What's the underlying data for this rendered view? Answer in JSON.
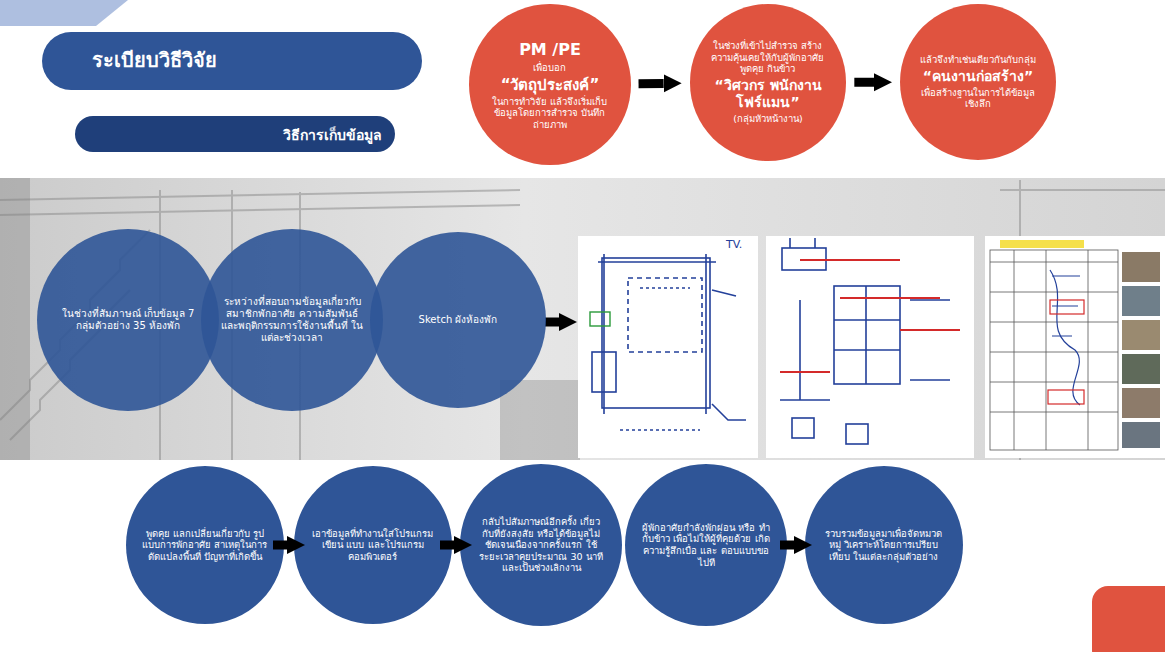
{
  "diagram": {
    "title": "ระเบียบวิธีวิจัย",
    "nodes": [
      {
        "text": [
          "PM /PE",
          "เพื่อบอก",
          "“วัตถุประสงค์”",
          "ในการทำวิจัย แล้วจึงเริ่มเก็บข้อมูลโดยการสำรวจ บันทึก ถ่ายภาพ"
        ]
      },
      {
        "text": [
          "ในช่วงที่เข้าไปสำรวจ สร้างความคุ้นเคยให้กับผู้พักอาศัย พูดคุย กินข้าว",
          "“วิศวกร พนักงาน โฟร์แมน”",
          "(กลุ่มหัวหน้างาน)"
        ]
      },
      {
        "text": [
          "แล้วจึงทำเช่นเดียวกันกับกลุ่ม",
          "“คนงานก่อสร้าง”",
          "เพื่อสร้างฐานในการได้ข้อมูลเชิงลึก"
        ]
      },
      {
        "text": [
          "ในช่วงที่สัมภาษณ์ เก็บข้อมูล 7 กลุ่มตัวอย่าง 35 ห้องพัก"
        ]
      },
      {
        "text": [
          "ระหว่างที่สอบถามข้อมูลเกี่ยวกับ สมาชิกพักอาศัย ความสัมพันธ์ และพฤติกรรมการใช้งานพื้นที่ ในแต่ละช่วงเวลา"
        ]
      },
      {
        "text": [
          "Sketch ผังห้องพัก"
        ]
      },
      {
        "text": [
          "พูดคุย แลกเปลี่ยนเกี่ยวกับ รูปแบบการพักอาศัย สาเหตุในการ ดัดแปลงพื้นที่ ปัญหาที่เกิดขึ้น"
        ]
      },
      {
        "text": [
          "เอาข้อมูลที่ทำงานใส่โปรแกรมเขียน แบบ และโปรแกรมคอมพิวเตอร์"
        ]
      },
      {
        "text": [
          "กลับไปสัมภาษณ์อีกครั้ง เกี่ยวกับที่ยังสงสัย หรือได้ข้อมูลไม่ ชัดเจนเนื่องจากครั้งแรก ใช้ระยะเวลาคุยประมาณ 30 นาที และเป็นช่วงเลิกงาน"
        ]
      },
      {
        "text": [
          "ผู้พักอาศัยกำลังพักผ่อน หรือ ทำกับข้าว เพื่อไม่ให้ผู้ที่คุยด้วย เกิดความรู้สึกเบื่อ และ ตอบแบบขอไปที"
        ]
      },
      {
        "text": [
          "รวบรวมข้อมูลมาเพื่อจัดหมวดหมู่ วิเคราะห์โดยการเปรียบเทียบ ในแต่ละกลุ่มตัวอย่าง"
        ]
      }
    ],
    "edges": [
      {
        "from": 0,
        "to": 1,
        "arrow": "to"
      },
      {
        "from": 1,
        "to": 2,
        "arrow": "to"
      },
      {
        "from": 6,
        "to": 7,
        "arrow": "to"
      },
      {
        "from": 7,
        "to": 8,
        "arrow": "to"
      },
      {
        "from": 9,
        "to": 10,
        "arrow": "to"
      }
    ],
    "labels": [
      "วิธีการเก็บข้อมูล",
      "TV."
    ]
  }
}
